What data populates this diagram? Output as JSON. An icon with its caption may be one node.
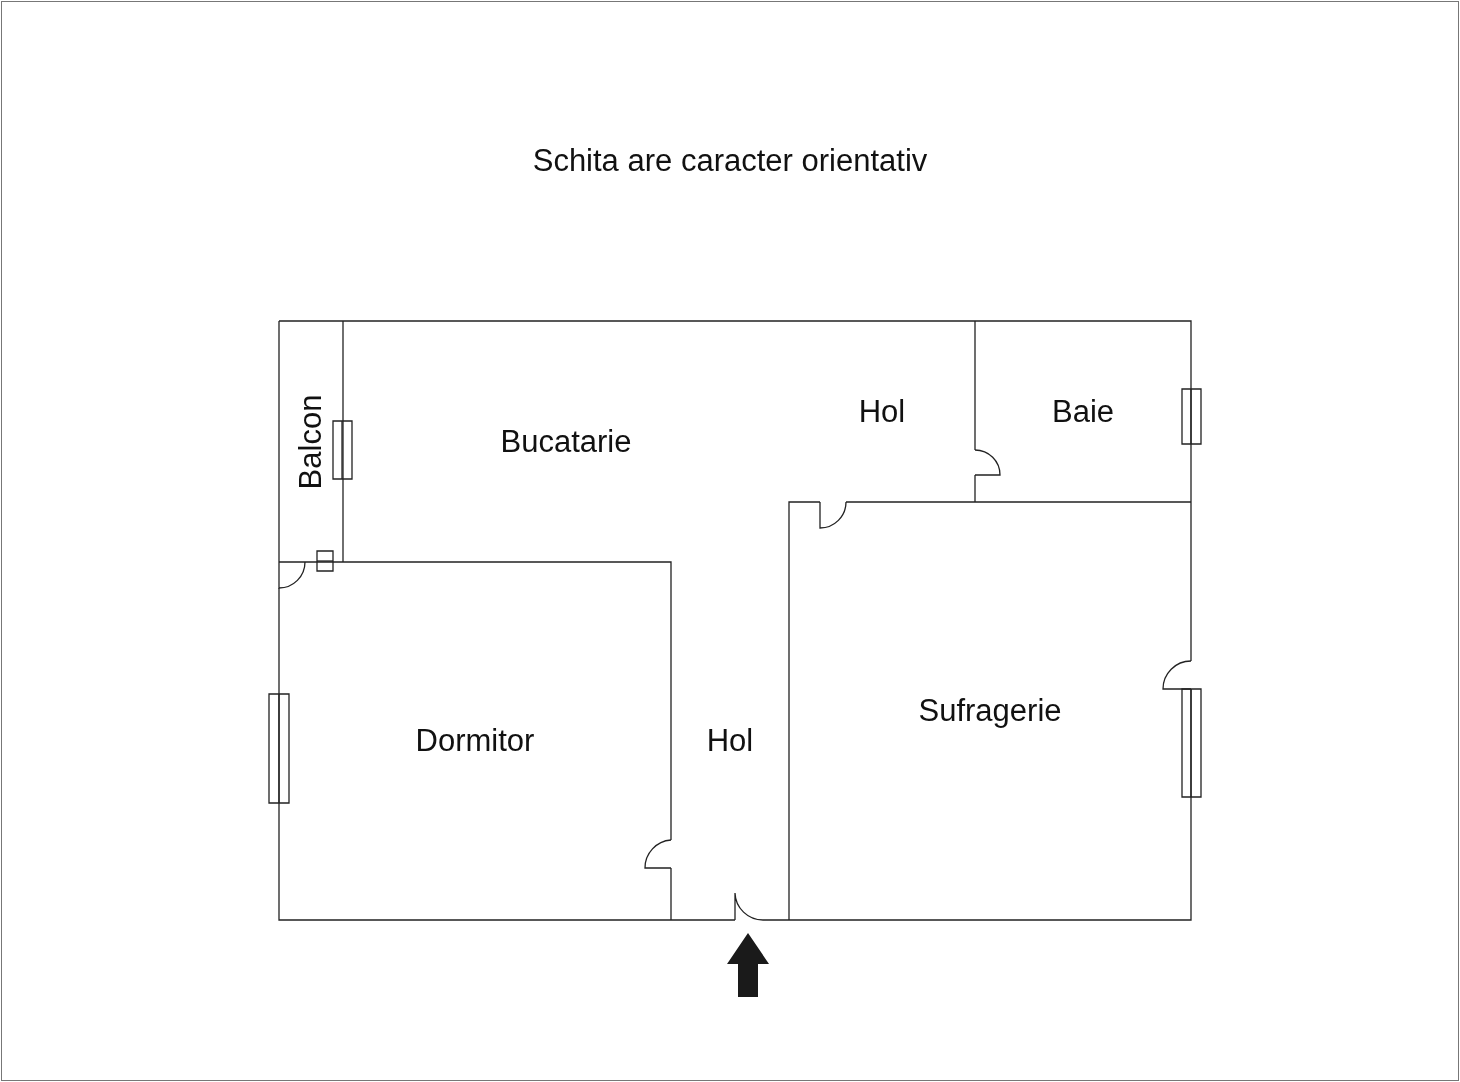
{
  "diagram": {
    "title": "Schita are caracter orientativ",
    "nodes": [
      {
        "text": [
          "Balcon"
        ]
      },
      {
        "text": [
          "Bucatarie"
        ]
      },
      {
        "text": [
          "Hol"
        ]
      },
      {
        "text": [
          "Baie"
        ]
      },
      {
        "text": [
          "Dormitor"
        ]
      },
      {
        "text": [
          "Hol"
        ]
      },
      {
        "text": [
          "Sufragerie"
        ]
      }
    ]
  }
}
